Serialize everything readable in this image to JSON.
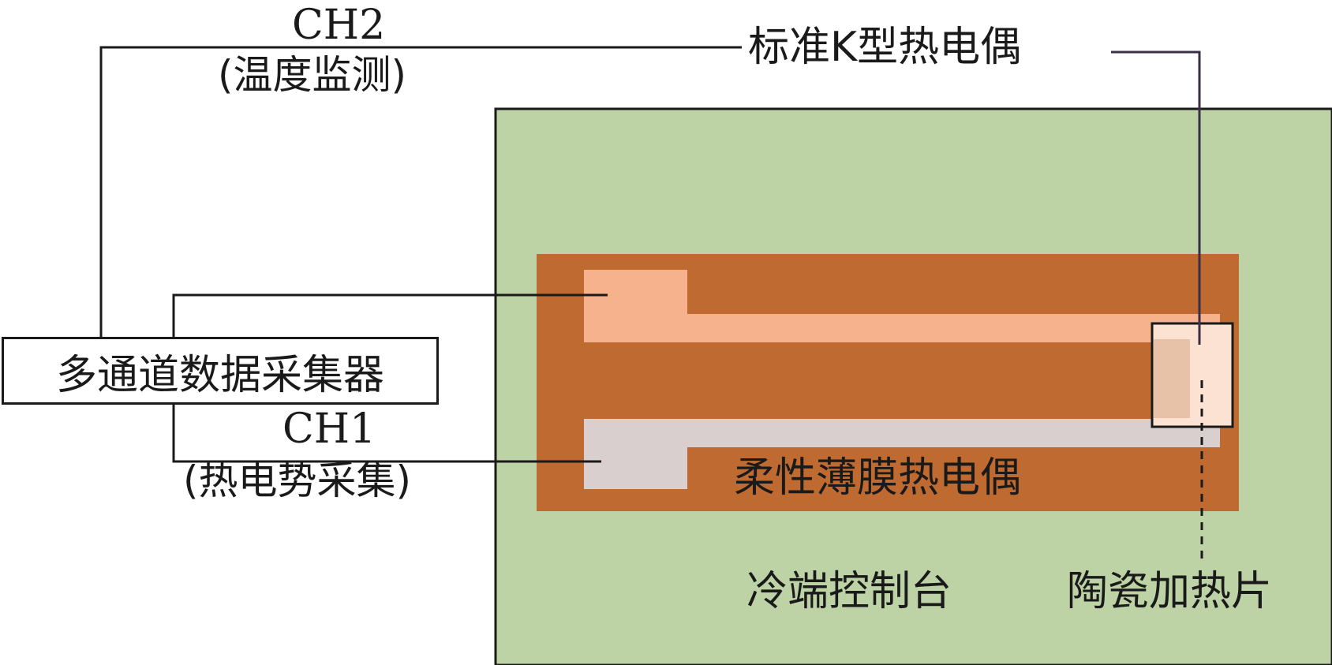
{
  "labels": {
    "ch2": "CH2",
    "ch2_desc": "(温度监测)",
    "standard_tc": "标准K型热电偶",
    "daq": "多通道数据采集器",
    "ch1": "CH1",
    "ch1_desc": "(热电势采集)",
    "flex_tc": "柔性薄膜热电偶",
    "cold_stage": "冷端控制台",
    "ceramic_heater": "陶瓷加热片"
  },
  "colors": {
    "cold_stage": "#bdd3a6",
    "film_substrate": "#bf6a30",
    "electrode_upper": "#f5b28c",
    "electrode_lower": "#d9cfcf",
    "heater_window": "#fbe2d2",
    "wire": "#1a1a1a",
    "tc_wire": "#3a2f45"
  }
}
